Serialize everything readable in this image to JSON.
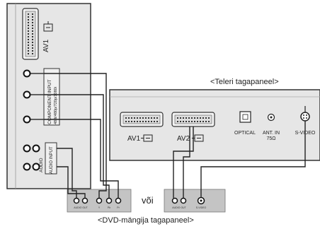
{
  "captions": {
    "tv_back_panel": "<Teleri tagapaneel>",
    "dvd_back_panel": "<DVD-mängija tagapaneel>",
    "or": "või"
  },
  "tv_panel_labels": {
    "av1": "AV1",
    "av2": "AV2",
    "optical": "OPTICAL",
    "ant_in": "ANT. IN",
    "ant_in_impedance": "75Ω",
    "s_video": "S-VIDEO"
  },
  "side_panel_labels": {
    "av1": "AV1",
    "component_input": "COMPONENT INPUT",
    "component_formats": "480i/480p/720p/1080i",
    "audio": "AUDIO",
    "audio_input": "AUDIO INPUT"
  },
  "dvd_jack_labels": {
    "component_group": [
      "AUDIO OUT",
      "Y",
      "Pb",
      "Pr"
    ],
    "svideo_group": [
      "AUDIO OUT",
      "S-VIDEO"
    ]
  },
  "colors": {
    "panel_fill": "#e6e6e6",
    "panel_stroke": "#333333",
    "dvd_box_fill": "#c4c4c4",
    "cable": "#222222"
  }
}
